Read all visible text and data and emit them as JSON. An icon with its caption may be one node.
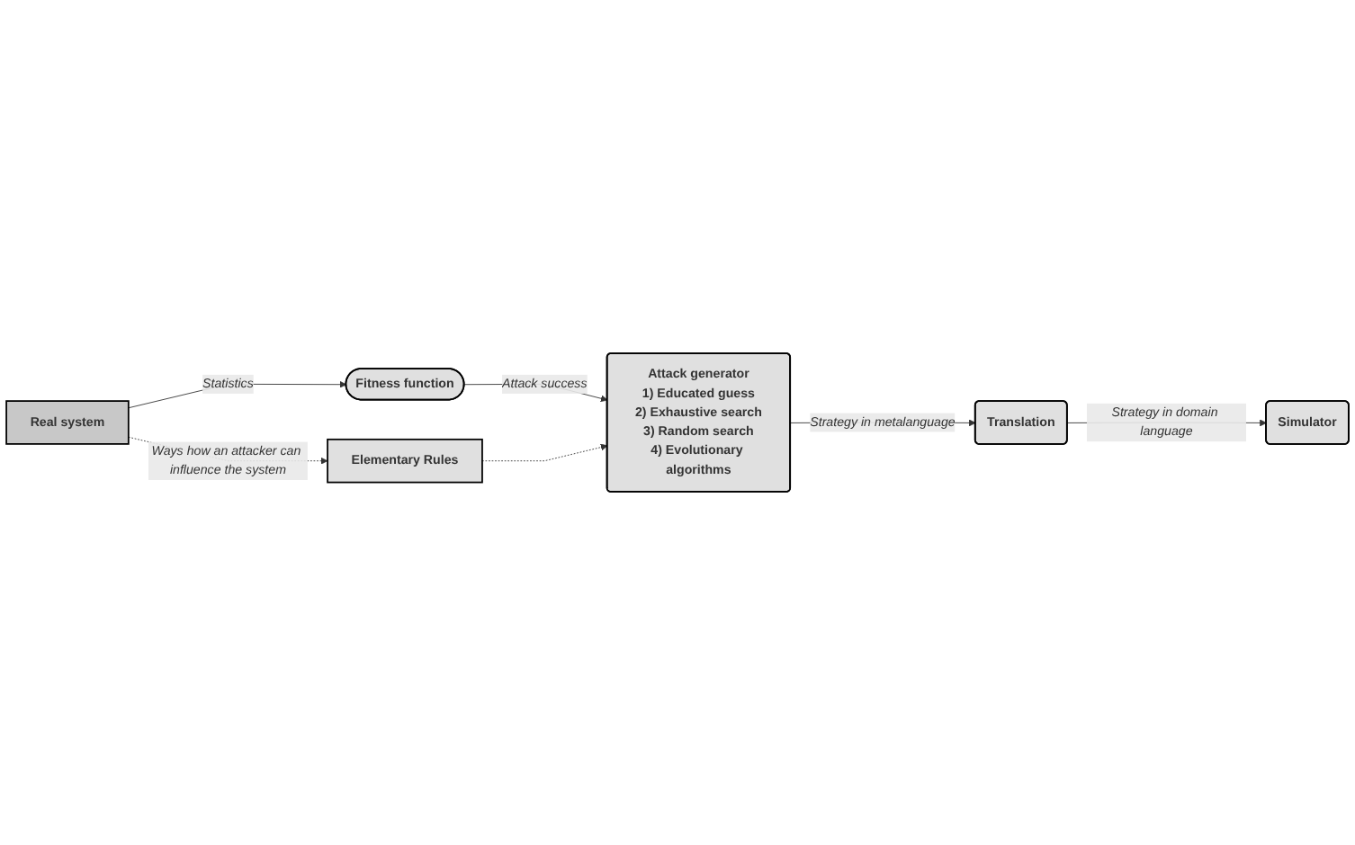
{
  "diagram": {
    "nodes": [
      {
        "text": [
          "Translation"
        ]
      },
      {
        "text": [
          "Attack generator",
          "1) Educated guess",
          "2) Exhaustive search",
          "3) Random search",
          "4) Evolutionary algorithms"
        ]
      },
      {
        "text": [
          "Elementary Rules"
        ]
      },
      {
        "text": [
          "Simulator"
        ]
      },
      {
        "text": [
          "Real system"
        ]
      },
      {
        "text": [
          "Fitness function"
        ]
      }
    ],
    "edges": [
      {
        "from": 1,
        "to": 0,
        "arrow": "to",
        "label": "Strategy in metalanguage"
      },
      {
        "from": 0,
        "to": 3,
        "arrow": "to",
        "label": "Strategy in domain language"
      },
      {
        "from": 4,
        "to": 5,
        "arrow": "to",
        "label": "Statistics"
      },
      {
        "from": 5,
        "to": 1,
        "arrow": "to",
        "label": "Attack success"
      },
      {
        "from": 2,
        "to": 1,
        "arrow": "to",
        "style": "dashed"
      },
      {
        "from": 4,
        "to": 2,
        "arrow": "to",
        "style": "dashed",
        "label": "Ways how an attacker can influence the system"
      }
    ]
  }
}
